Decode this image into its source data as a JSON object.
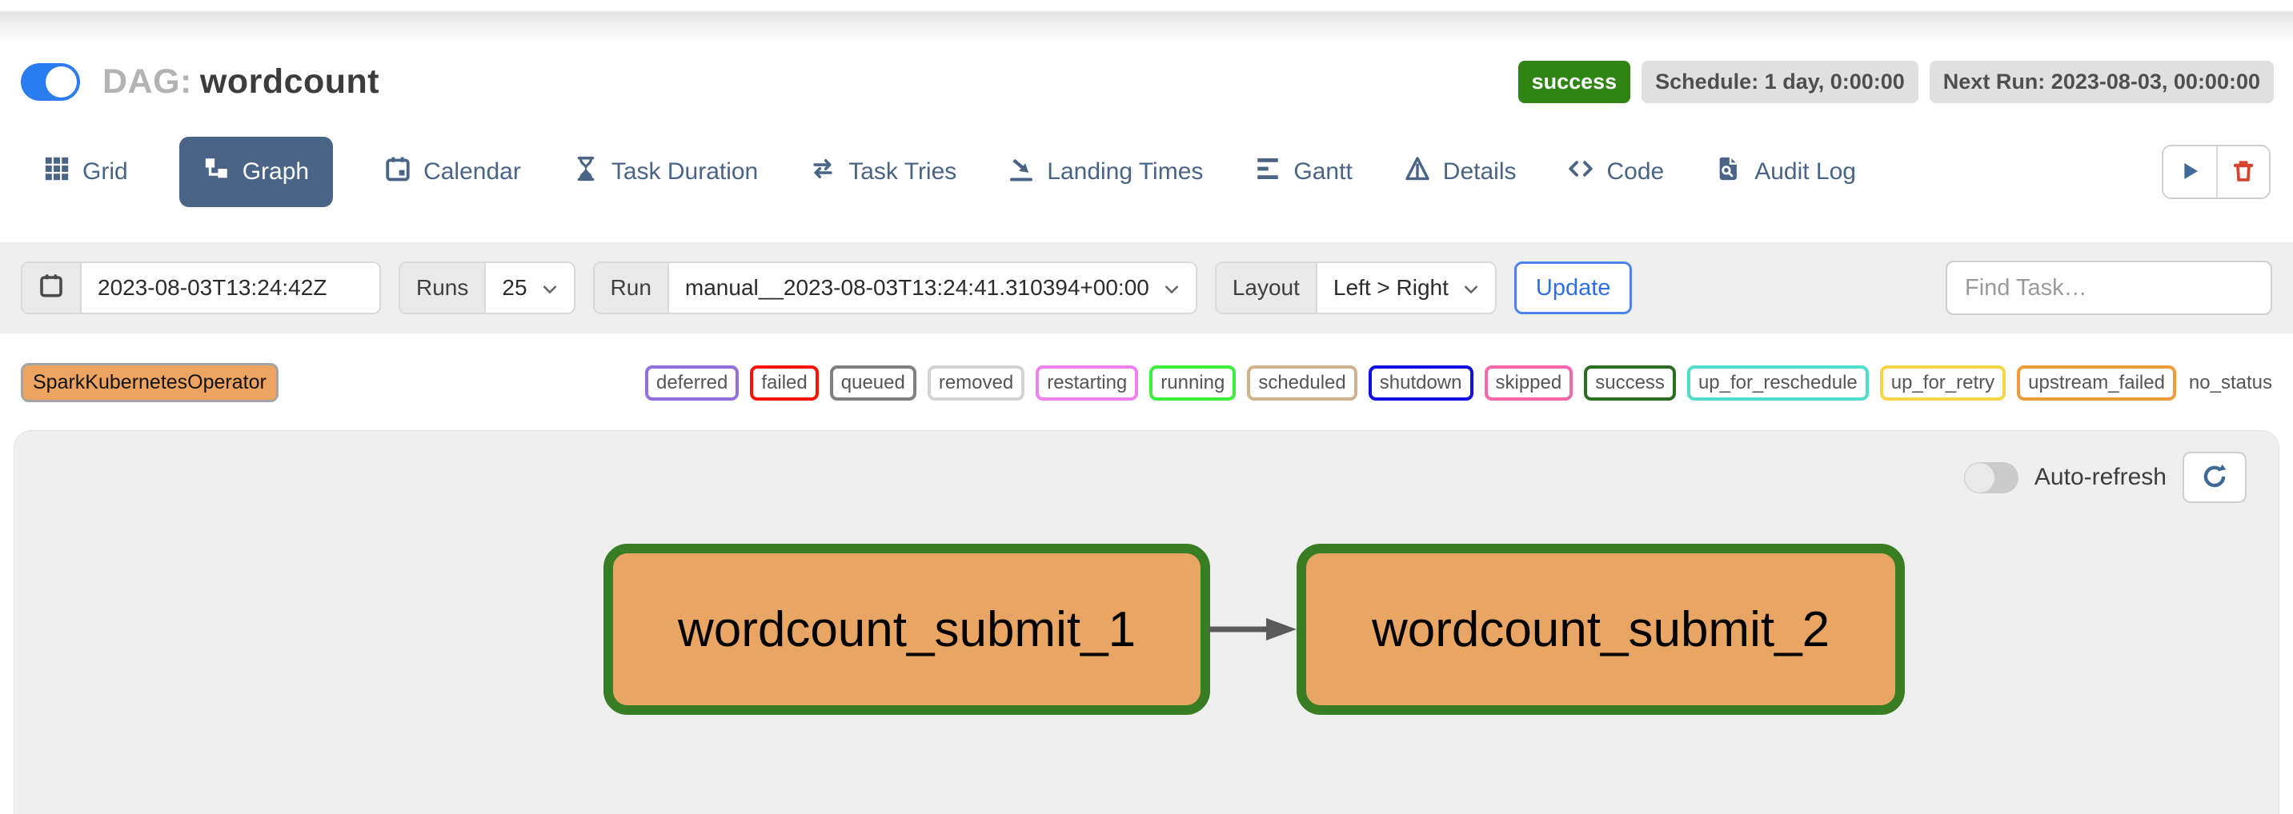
{
  "header": {
    "dag_label": "DAG:",
    "dag_name": "wordcount",
    "toggle_on": true,
    "status_badge": "success",
    "schedule_badge": "Schedule: 1 day, 0:00:00",
    "next_run_badge": "Next Run: 2023-08-03, 00:00:00"
  },
  "tabs": [
    {
      "label": "Grid",
      "icon": "grid-icon",
      "active": false
    },
    {
      "label": "Graph",
      "icon": "graph-icon",
      "active": true
    },
    {
      "label": "Calendar",
      "icon": "calendar-icon",
      "active": false
    },
    {
      "label": "Task Duration",
      "icon": "hourglass-icon",
      "active": false
    },
    {
      "label": "Task Tries",
      "icon": "repeat-icon",
      "active": false
    },
    {
      "label": "Landing Times",
      "icon": "plane-landing-icon",
      "active": false
    },
    {
      "label": "Gantt",
      "icon": "gantt-bars-icon",
      "active": false
    },
    {
      "label": "Details",
      "icon": "details-triangle-icon",
      "active": false
    },
    {
      "label": "Code",
      "icon": "code-icon",
      "active": false
    },
    {
      "label": "Audit Log",
      "icon": "audit-log-icon",
      "active": false
    }
  ],
  "filter_bar": {
    "date_value": "2023-08-03T13:24:42Z",
    "runs_label": "Runs",
    "runs_value": "25",
    "run_label": "Run",
    "run_value": "manual__2023-08-03T13:24:41.310394+00:00",
    "layout_label": "Layout",
    "layout_value": "Left > Right",
    "update_label": "Update",
    "find_task_placeholder": "Find Task…"
  },
  "legend": {
    "operators": [
      {
        "label": "SparkKubernetesOperator",
        "color": "#eda460"
      }
    ],
    "states": [
      {
        "label": "deferred",
        "color": "#9370db"
      },
      {
        "label": "failed",
        "color": "#ff1100"
      },
      {
        "label": "queued",
        "color": "#808080"
      },
      {
        "label": "removed",
        "color": "#d3d3d3"
      },
      {
        "label": "restarting",
        "color": "#ee82ee"
      },
      {
        "label": "running",
        "color": "#3dee3d"
      },
      {
        "label": "scheduled",
        "color": "#d2b48c"
      },
      {
        "label": "shutdown",
        "color": "#0f0fe8"
      },
      {
        "label": "skipped",
        "color": "#f767ae"
      },
      {
        "label": "success",
        "color": "#2a6e22"
      },
      {
        "label": "up_for_reschedule",
        "color": "#52dcca"
      },
      {
        "label": "up_for_retry",
        "color": "#f6d648"
      },
      {
        "label": "upstream_failed",
        "color": "#eb9d3e"
      },
      {
        "label": "no_status",
        "color": null
      }
    ]
  },
  "graph": {
    "auto_refresh_label": "Auto-refresh",
    "auto_refresh_on": false,
    "nodes": [
      {
        "label": "wordcount_submit_1",
        "state": "success",
        "fill": "#e9a563",
        "border": "#387d23"
      },
      {
        "label": "wordcount_submit_2",
        "state": "success",
        "fill": "#e9a563",
        "border": "#387d23"
      }
    ],
    "edge": {
      "from": "wordcount_submit_1",
      "to": "wordcount_submit_2"
    }
  },
  "colors": {
    "accent_blue": "#2b7bf1",
    "tab_blue": "#4a6485",
    "success_green": "#2f8413",
    "badge_gray": "#e0e0e0",
    "panel_gray": "#efefef"
  }
}
